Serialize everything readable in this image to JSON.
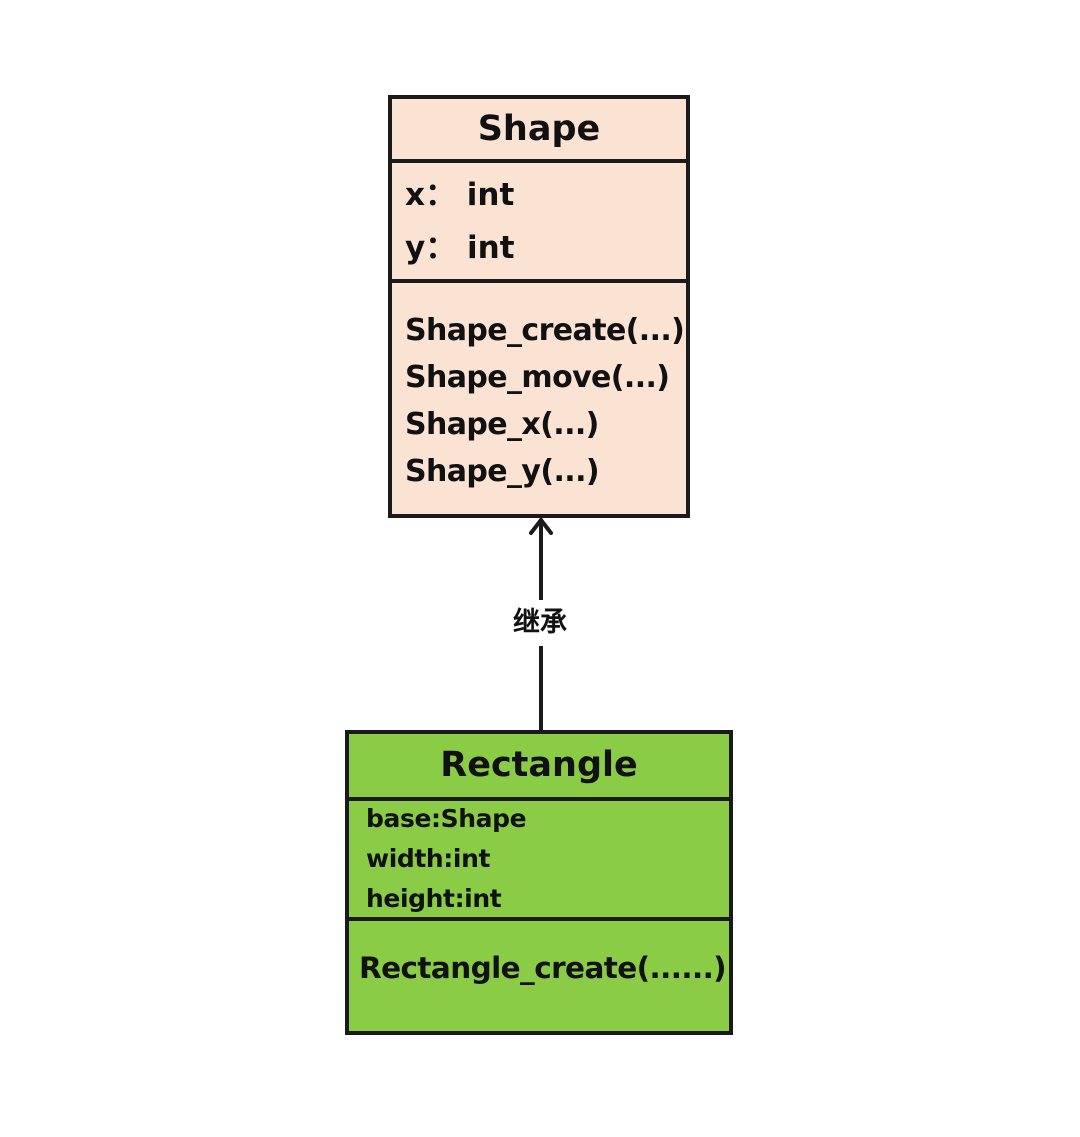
{
  "colors": {
    "shape_fill": "#fae3d3",
    "rectangle_fill": "#8acc45",
    "stroke": "#1a1a1a"
  },
  "shape_class": {
    "name": "Shape",
    "attributes": [
      "x：  int",
      "y：  int"
    ],
    "methods": [
      "Shape_create(...)",
      "Shape_move(...)",
      "Shape_x(...)",
      "Shape_y(...)"
    ]
  },
  "rectangle_class": {
    "name": "Rectangle",
    "attributes": [
      "base:Shape",
      "width:int",
      "height:int"
    ],
    "methods": [
      "Rectangle_create(......)"
    ]
  },
  "relationship": {
    "label": "继承",
    "type": "inheritance"
  }
}
